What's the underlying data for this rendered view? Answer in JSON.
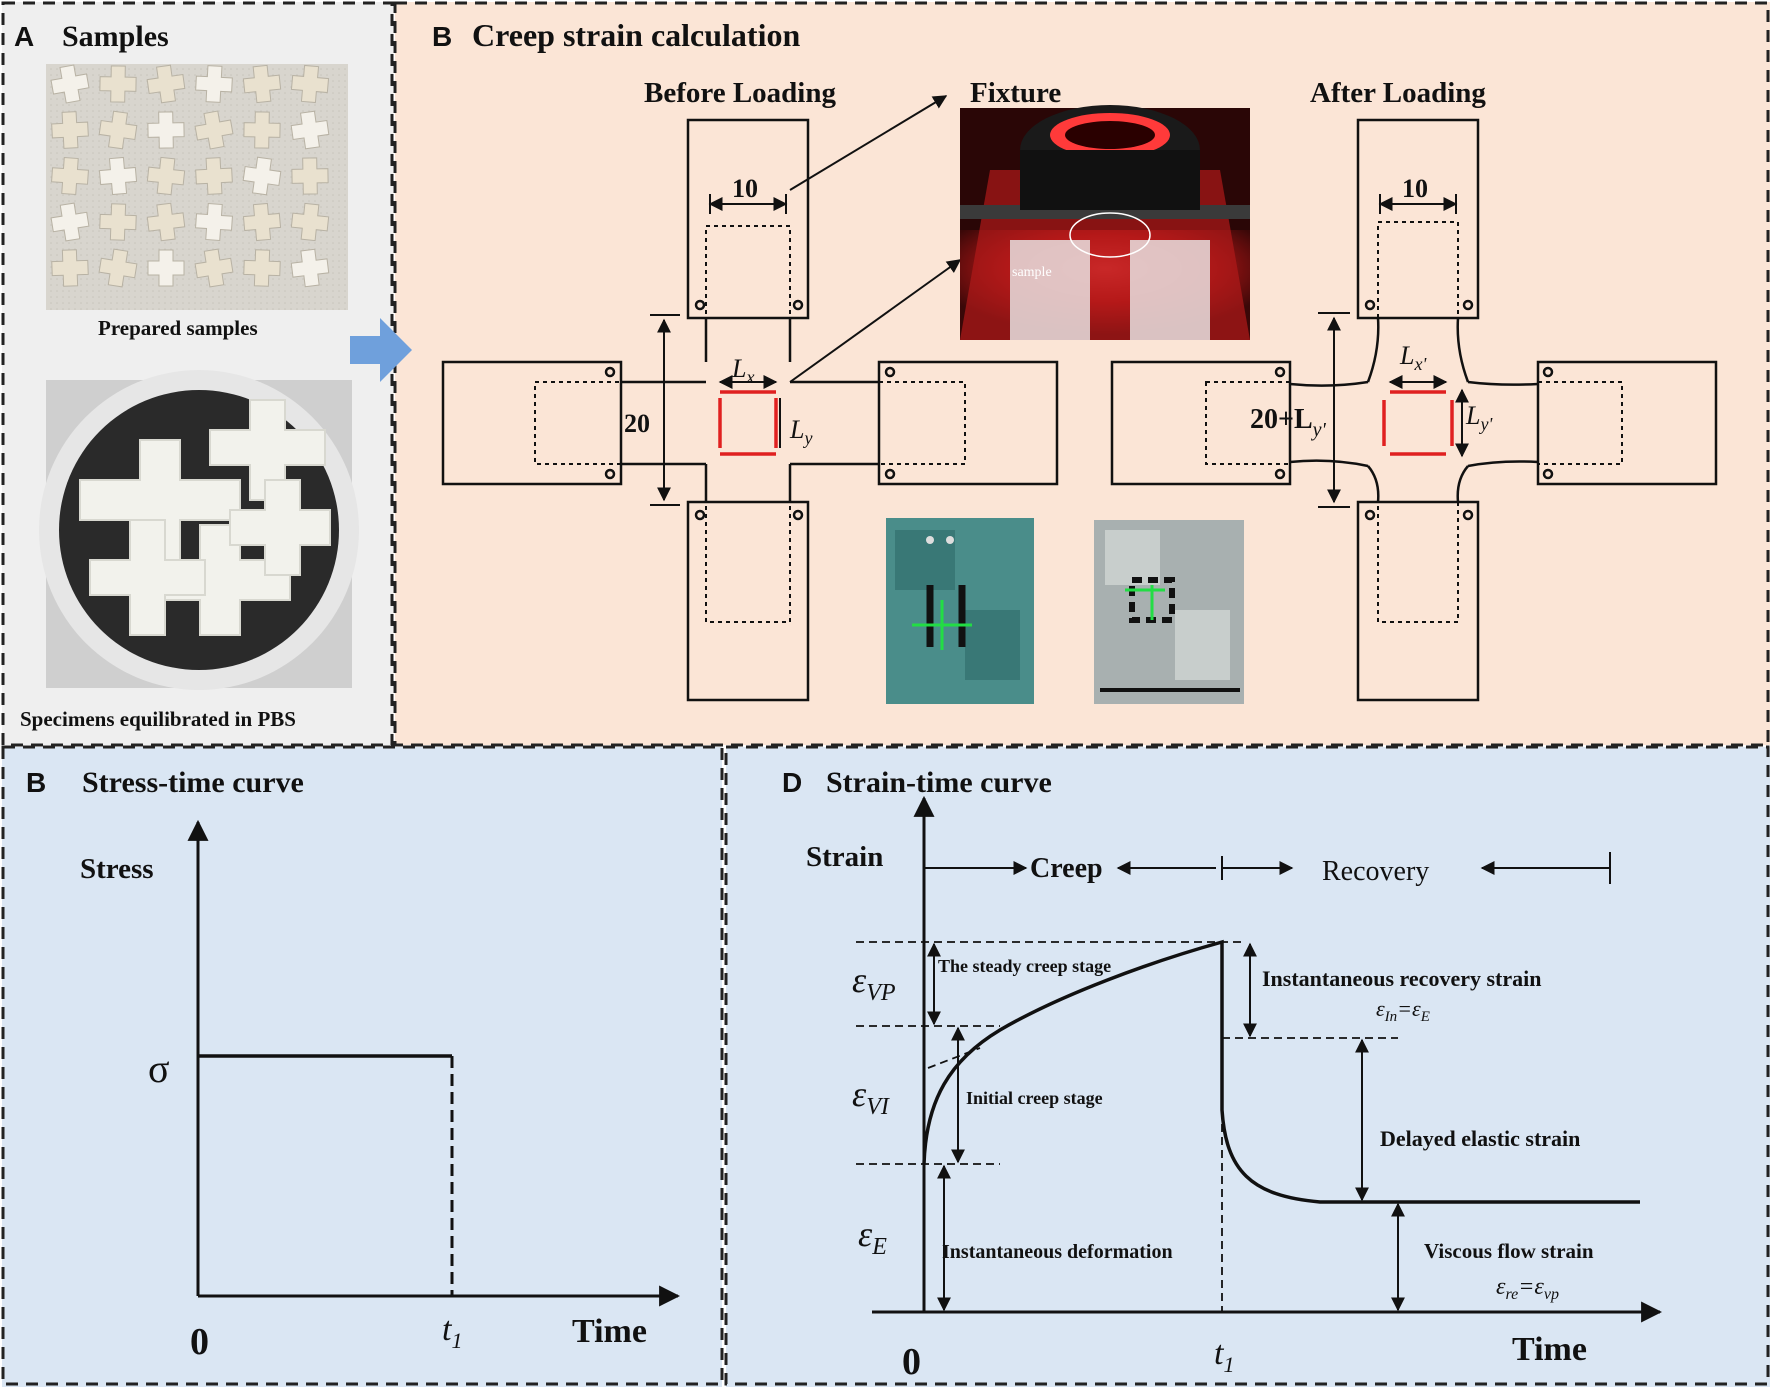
{
  "colors": {
    "panel_a_bg": "#efefef",
    "panel_b_bg": "#fbe5d6",
    "panel_c_bg": "#dae6f3",
    "panel_d_bg": "#dae6f3",
    "strain_mark": "#e02020",
    "arrow_blue": "#6fa0dc"
  },
  "panel_a": {
    "letter": "A",
    "title": "Samples",
    "caption_top": "Prepared samples",
    "caption_bottom": "Specimens equilibrated in PBS"
  },
  "panel_b": {
    "letter": "B",
    "title": "Creep strain calculation",
    "before_label": "Before Loading",
    "after_label": "After Loading",
    "fixture_label": "Fixture",
    "fixture_sample_label": "sample",
    "dim_width": "10",
    "dim_height_before": "20",
    "dim_height_after": "20+L",
    "lx": "L",
    "lx_sub": "x",
    "ly": "L",
    "ly_sub": "y",
    "lx_after": "L",
    "lx_after_sub": "x'",
    "ly_after": "L",
    "ly_after_sub": "y'",
    "after_height_sub": "y'"
  },
  "panel_c": {
    "letter": "B",
    "title": "Stress-time curve",
    "y_label": "Stress",
    "x_label": "Time",
    "sigma": "σ",
    "origin": "0",
    "t1": "t",
    "t1_sub": "1"
  },
  "panel_d": {
    "letter": "D",
    "title": "Strain-time curve",
    "y_label": "Strain",
    "x_label": "Time",
    "origin": "0",
    "t1": "t",
    "t1_sub": "1",
    "creep": "Creep",
    "recovery": "Recovery",
    "eps_vp": "ε",
    "eps_vp_sub": "VP",
    "eps_vi": "ε",
    "eps_vi_sub": "VI",
    "eps_e": "ε",
    "eps_e_sub": "E",
    "steady": "The steady creep stage",
    "initial": "Initial creep stage",
    "instant_def": "Instantaneous deformation",
    "inst_recovery": "Instantaneous recovery strain",
    "inst_recovery_eq": "ε",
    "inst_recovery_eq_sub1": "In",
    "inst_recovery_eq_mid": "=ε",
    "inst_recovery_eq_sub2": "E",
    "delayed": "Delayed elastic strain",
    "viscous": "Viscous flow strain",
    "viscous_eq": "ε",
    "viscous_eq_sub1": "re",
    "viscous_eq_mid": "=ε",
    "viscous_eq_sub2": "vp"
  }
}
